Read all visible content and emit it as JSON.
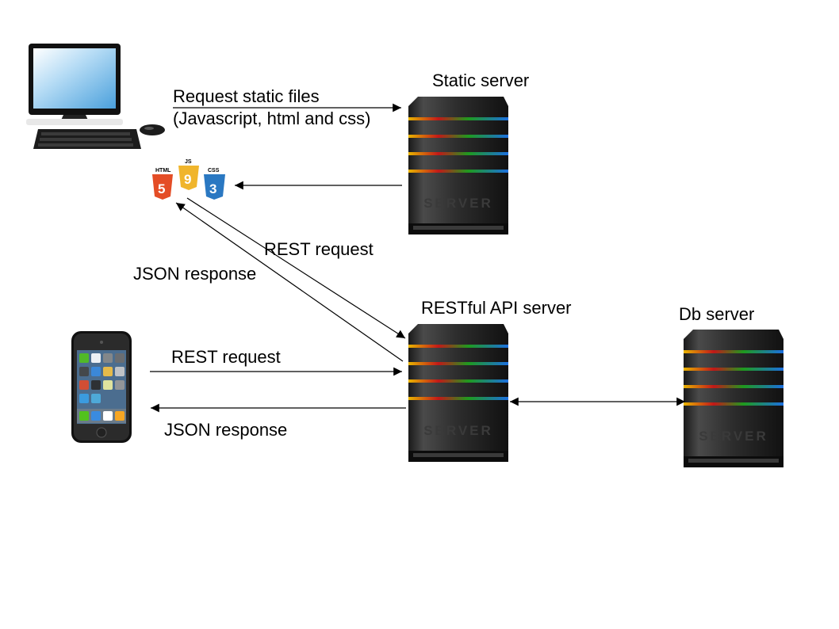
{
  "nodes": {
    "static_server": {
      "label": "Static server",
      "case_text": "SERVER"
    },
    "api_server": {
      "label": "RESTful API server",
      "case_text": "SERVER"
    },
    "db_server": {
      "label": "Db server",
      "case_text": "SERVER"
    }
  },
  "web_badges": {
    "html": {
      "label": "HTML",
      "glyph": "5",
      "color": "#e44d26"
    },
    "js": {
      "label": "JS",
      "glyph": "9",
      "color": "#f0b52c"
    },
    "css": {
      "label": "CSS",
      "glyph": "3",
      "color": "#2a78c2"
    }
  },
  "edges": {
    "request_static": {
      "line1": "Request static files",
      "line2": "(Javascript, html and css)"
    },
    "rest_request_browser": "REST request",
    "json_response_browser": "JSON response",
    "rest_request_mobile": "REST request",
    "json_response_mobile": "JSON response"
  },
  "icons": {
    "desktop": "desktop-computer-icon",
    "phone": "smartphone-icon",
    "server": "server-tower-icon"
  }
}
